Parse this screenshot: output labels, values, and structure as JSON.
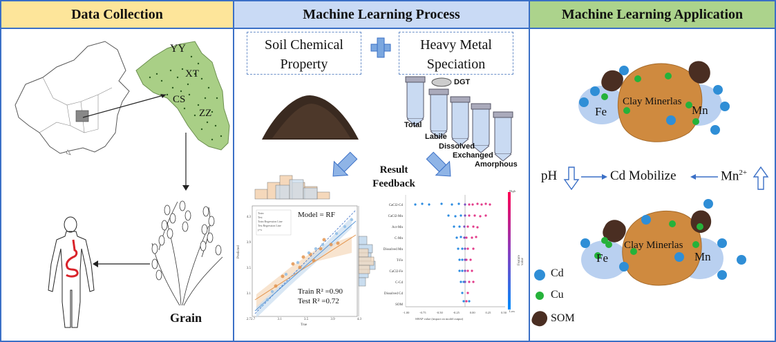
{
  "panels": {
    "left": {
      "title": "Data Collection",
      "map_labels": [
        "YY",
        "XT",
        "CS",
        "ZZ"
      ],
      "grain_label": "Grain"
    },
    "middle": {
      "title": "Machine Learning Process",
      "box_soil": "Soil Chemical Property",
      "box_heavy": "Heavy Metal Speciation",
      "dgt_label": "DGT",
      "speciation_fractions": [
        "Total",
        "Labile",
        "Dissolved",
        "Exchanged",
        "Amorphous"
      ],
      "result_feedback": "Result Feedback",
      "regression": {
        "model_label": "Model = RF",
        "train_r2": "Train R² =0.90",
        "test_r2": "Test  R² =0.72",
        "x_ticks": [
          "2.7",
          "3.1",
          "3.5",
          "3.9",
          "4.3"
        ],
        "y_ticks": [
          "4.3",
          "3.9",
          "3.5",
          "3.1",
          "2.7"
        ],
        "xlabel": "True",
        "ylabel": "Predicted",
        "legend": [
          "Train",
          "Test",
          "Train Regression Line",
          "Test Regression Line",
          "y=x"
        ]
      },
      "shap": {
        "features": [
          "CaCl2-Cd",
          "CaCl2-Mn",
          "Acr-Mn",
          "C-Mn",
          "Dissolved Mn",
          "T-Fe",
          "CaCl2-Fe",
          "C-Cd",
          "Dissolved Cd",
          "SOM"
        ],
        "x_ticks": [
          "-1.00",
          "-0.75",
          "-0.50",
          "-0.25",
          "0.00",
          "0.25",
          "0.50"
        ],
        "xlabel": "SHAP value (impact on model output)",
        "colorbar_label": "Feature value",
        "colorbar_high": "High",
        "colorbar_low": "Low"
      }
    },
    "right": {
      "title": "Machine Learning Application",
      "clay_label": "Clay Minerlas",
      "fe_label": "Fe",
      "mn_label": "Mn",
      "ph_label": "pH",
      "cd_mobilize": "Cd Mobilize",
      "mn2_label": "Mn",
      "mn2_sup": "2+",
      "legend": [
        "Cd",
        "Cu",
        "SOM"
      ]
    }
  },
  "colors": {
    "header_left": "#fde59a",
    "header_mid": "#c9daf5",
    "header_right": "#acd38c",
    "border": "#3a6fc6",
    "clay": "#cf8a3f",
    "fe_mn_halo": "#b9d0f0",
    "cd_dot": "#2f8ed6",
    "cu_dot": "#25b23a",
    "som": "#5a3a2c"
  }
}
